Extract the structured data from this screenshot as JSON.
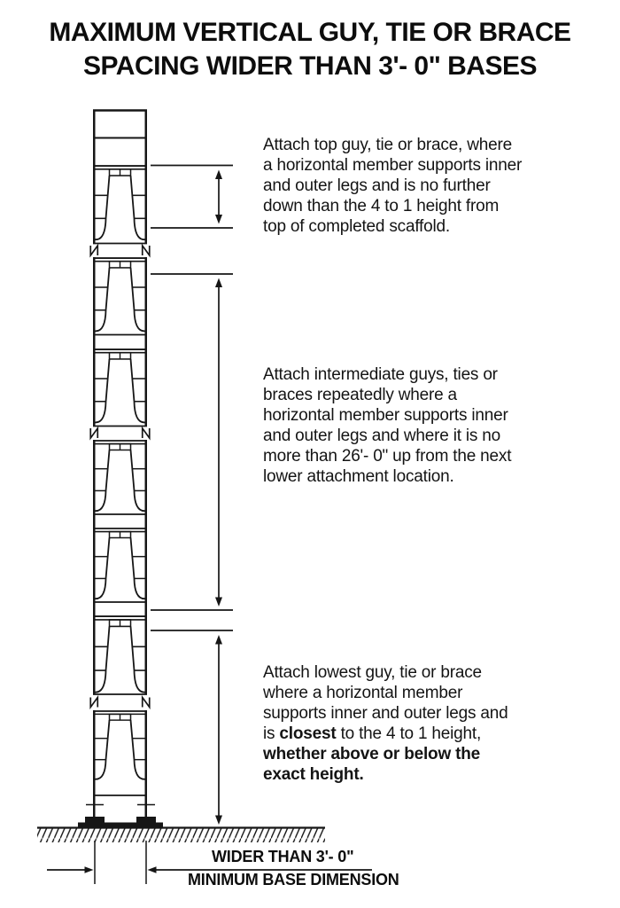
{
  "title": {
    "line1": "MAXIMUM VERTICAL GUY, TIE OR BRACE",
    "line2": "SPACING WIDER THAN 3'- 0\" BASES"
  },
  "annotations": {
    "top": {
      "lines": [
        [
          {
            "text": "Attach top guy, tie or brace, where",
            "bold": false
          }
        ],
        [
          {
            "text": "a horizontal member supports inner",
            "bold": false
          }
        ],
        [
          {
            "text": "and outer legs and is no further",
            "bold": false
          }
        ],
        [
          {
            "text": "down than the 4 to 1 height from",
            "bold": false
          }
        ],
        [
          {
            "text": "top of completed scaffold.",
            "bold": false
          }
        ]
      ]
    },
    "middle": {
      "lines": [
        [
          {
            "text": "Attach intermediate guys, ties or",
            "bold": false
          }
        ],
        [
          {
            "text": "braces repeatedly where a",
            "bold": false
          }
        ],
        [
          {
            "text": "horizontal member supports inner",
            "bold": false
          }
        ],
        [
          {
            "text": "and outer legs and where it is no",
            "bold": false
          }
        ],
        [
          {
            "text": "more than 26'- 0\" up from the next",
            "bold": false
          }
        ],
        [
          {
            "text": "lower attachment location.",
            "bold": false
          }
        ]
      ]
    },
    "bottom": {
      "lines": [
        [
          {
            "text": "Attach lowest guy, tie or brace",
            "bold": false
          }
        ],
        [
          {
            "text": "where a horizontal member",
            "bold": false
          }
        ],
        [
          {
            "text": "supports inner and outer legs and",
            "bold": false
          }
        ],
        [
          {
            "text": "is ",
            "bold": false
          },
          {
            "text": "closest",
            "bold": true
          },
          {
            "text": " to the 4 to 1 height,",
            "bold": false
          }
        ],
        [
          {
            "text": "whether above or below the",
            "bold": true
          }
        ],
        [
          {
            "text": "exact height.",
            "bold": true
          }
        ]
      ]
    }
  },
  "base_dimension": {
    "label_top": "WIDER THAN 3'- 0\"",
    "label_bottom": "MINIMUM BASE DIMENSION"
  },
  "diagram": {
    "ink_color": "#161616",
    "background_color": "#ffffff",
    "frame_module_count": 7,
    "attachment_levels": 5
  }
}
